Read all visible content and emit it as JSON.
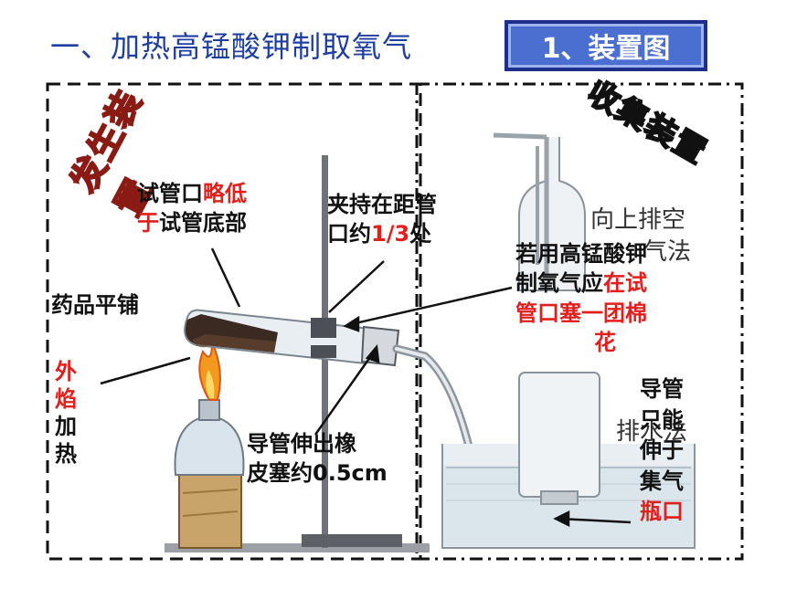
{
  "title": "一、加热高锰酸钾制取氧气",
  "badge": "1、装置图",
  "stamp_generate": "发生装置",
  "stamp_collect": "收集装置",
  "notes": {
    "tube_mouth_a": "试管口",
    "tube_mouth_b": "略低",
    "tube_mouth_c": "于",
    "tube_mouth_d": "试管底部",
    "clamp_1": "夹持在距管",
    "clamp_2a": "口约",
    "clamp_2b": "1/3",
    "clamp_2c": "处",
    "cotton_1": "若用高锰酸钾",
    "cotton_2a": "制氧气应",
    "cotton_2b": "在试",
    "cotton_3": "管口塞一团棉",
    "cotton_4": "花",
    "spread": "药品平铺",
    "flame_1": "外",
    "flame_2": "焰",
    "flame_3": "加",
    "flame_4": "热",
    "pipe_1": "导管伸出橡",
    "pipe_2": "皮塞约0.5cm",
    "up_air_1": "向上排空",
    "up_air_2": "气法",
    "water": "排水法",
    "tube_bottle_1": "导管",
    "tube_bottle_2": "只能",
    "tube_bottle_3": "伸于",
    "tube_bottle_4": "集气",
    "tube_bottle_5": "瓶口"
  },
  "colors": {
    "title": "#1f3fa0",
    "badge_bg": "#4a6fd1",
    "highlight": "#e0201c",
    "stamp": "#8a1a14"
  }
}
